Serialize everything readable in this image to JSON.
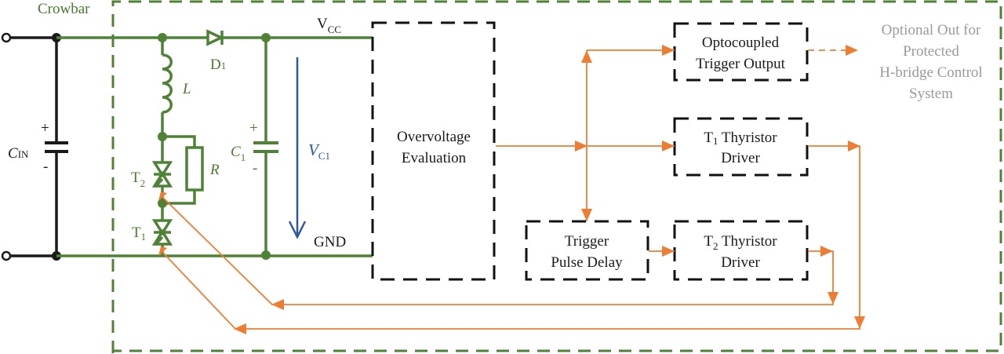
{
  "diagram": {
    "title": "Crowbar",
    "colors": {
      "power_wire": "#4f8236",
      "input_wire": "#1a1a1a",
      "signal": "#ee7d31",
      "voltage_arrow": "#2d58a0",
      "optional_text": "#9a9a9a"
    },
    "components": {
      "cin": {
        "main": "C",
        "sub": "IN",
        "plus": "+",
        "minus": "-"
      },
      "d1": {
        "main": "D",
        "sub": "1"
      },
      "l": {
        "main": "L"
      },
      "r": {
        "main": "R"
      },
      "t1": {
        "main": "T",
        "sub": "1"
      },
      "t2": {
        "main": "T",
        "sub": "2"
      },
      "c1": {
        "main": "C",
        "sub": "1",
        "plus": "+",
        "minus": "-"
      },
      "vc1": {
        "main": "V",
        "sub": "C1"
      }
    },
    "nets": {
      "vcc": {
        "main": "V",
        "sub": "CC"
      },
      "gnd": "GND"
    },
    "blocks": {
      "overvoltage": [
        "Overvoltage",
        "Evaluation"
      ],
      "optocoupled": [
        "Optocoupled",
        "Trigger Output"
      ],
      "t1_driver": {
        "line1_main": "T",
        "line1_sub": "1",
        "line1_rest": " Thyristor",
        "line2": "Driver"
      },
      "t2_driver": {
        "line1_main": "T",
        "line1_sub": "2",
        "line1_rest": " Thyristor",
        "line2": "Driver"
      },
      "pulse_delay": [
        "Trigger",
        "Pulse Delay"
      ]
    },
    "optional_output": [
      "Optional Out for",
      "Protected",
      "H-bridge Control",
      "System"
    ]
  }
}
